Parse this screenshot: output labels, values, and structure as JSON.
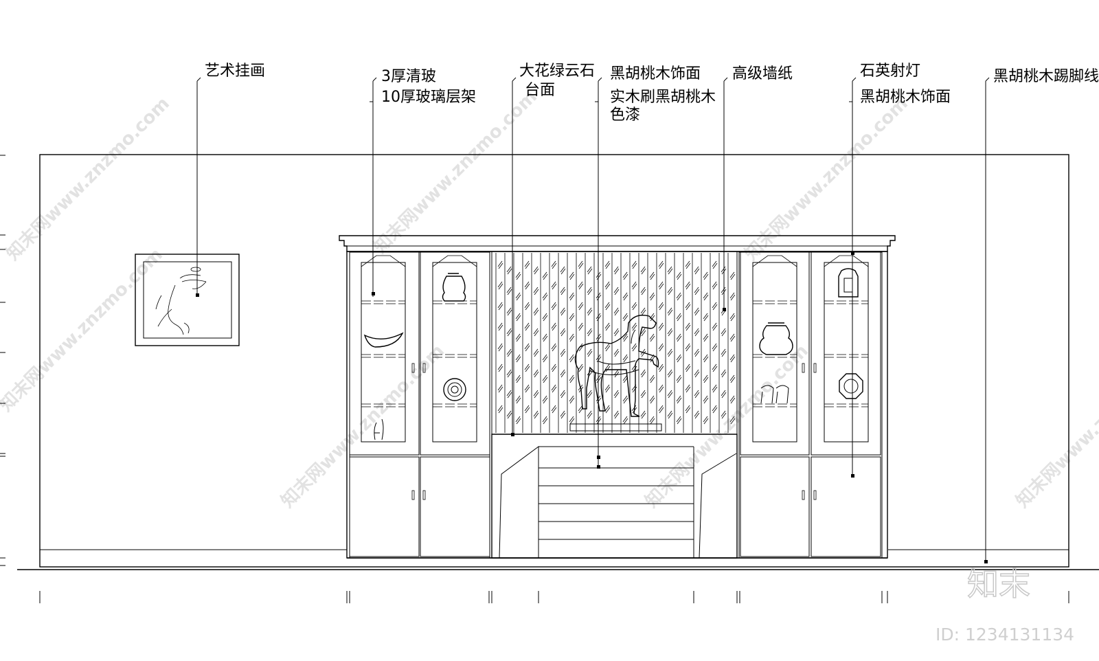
{
  "annotations": {
    "art_painting": "艺术挂画",
    "clear_glass_3mm": "3厚清玻",
    "glass_shelf_10mm": "10厚玻璃层架",
    "marble_line1": "大花绿云石",
    "marble_line2": "台面",
    "walnut_veneer_center": "黑胡桃木饰面",
    "solid_wood_line1": "实木刷黑胡桃木",
    "solid_wood_line2": "色漆",
    "premium_wallpaper": "高级墙纸",
    "quartz_spotlight": "石英射灯",
    "walnut_veneer_right": "黑胡桃木饰面",
    "walnut_skirting": "黑胡桃木踢脚线"
  },
  "watermark": {
    "site": "知末网www.znzmo.com",
    "brand": "知末",
    "id_text": "ID: 1234131134"
  }
}
